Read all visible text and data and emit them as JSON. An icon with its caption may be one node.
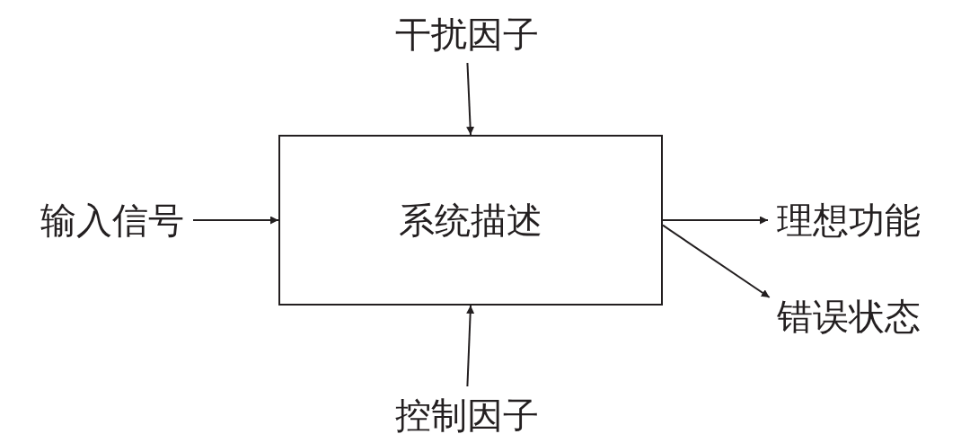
{
  "diagram": {
    "nodes": [
      {
        "text": [
          "干扰因子"
        ]
      },
      {
        "text": [
          "输入信号"
        ]
      },
      {
        "text": [
          "系统描述"
        ]
      },
      {
        "text": [
          "理想功能"
        ]
      },
      {
        "text": [
          "错误状态"
        ]
      },
      {
        "text": [
          "控制因子"
        ]
      }
    ],
    "edges": [
      {
        "from": 0,
        "to": 2,
        "arrow": "to"
      },
      {
        "from": 1,
        "to": 2,
        "arrow": "to"
      },
      {
        "from": 2,
        "to": 3,
        "arrow": "to"
      },
      {
        "from": 2,
        "to": 4,
        "arrow": "to"
      },
      {
        "from": 5,
        "to": 2,
        "arrow": "to"
      }
    ]
  }
}
